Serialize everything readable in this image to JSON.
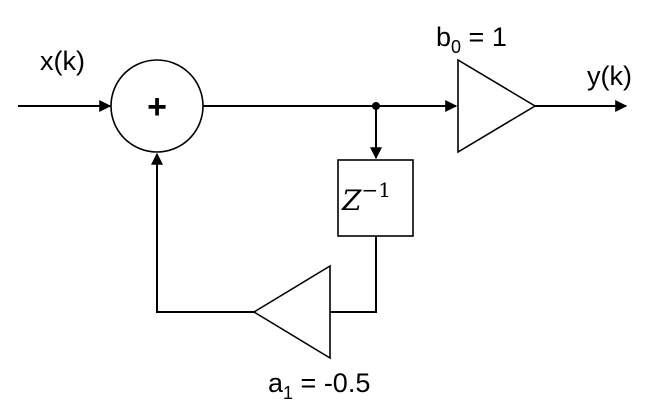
{
  "input_label": "x(k)",
  "output_label": "y(k)",
  "summer_symbol": "+",
  "delay": {
    "base": "Z",
    "exponent": "−1"
  },
  "forward_gain": {
    "base": "b",
    "subscript": "0",
    "value": " = 1"
  },
  "feedback_gain": {
    "base": "a",
    "subscript": "1",
    "value": " = -0.5"
  }
}
